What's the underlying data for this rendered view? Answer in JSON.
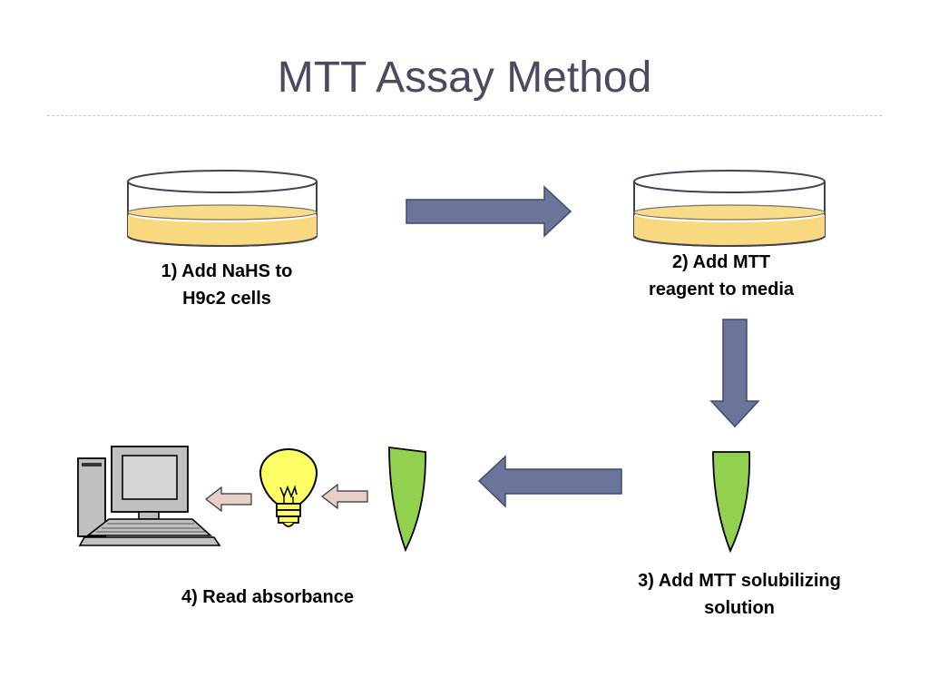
{
  "title": "MTT Assay Method",
  "steps": [
    {
      "line1": "1) Add NaHS to",
      "line2": "H9c2 cells"
    },
    {
      "line1": "2) Add MTT",
      "line2": "reagent to media"
    },
    {
      "line1": "3) Add MTT solubilizing",
      "line2": "solution"
    },
    {
      "line1": "4) Read absorbance",
      "line2": ""
    }
  ],
  "colors": {
    "title": "#4a4b5e",
    "arrow_fill": "#6b7599",
    "arrow_stroke": "#3f4a70",
    "media_fill": "#f9d97f",
    "tube_fill": "#92d050",
    "bulb_fill": "#ffff66",
    "small_arrow_fill": "#e6cfc6",
    "computer_fill": "#c0c0c0"
  },
  "icons": [
    "petri-dish-icon",
    "flow-arrow-icon",
    "tube-icon",
    "light-bulb-icon",
    "computer-icon"
  ]
}
